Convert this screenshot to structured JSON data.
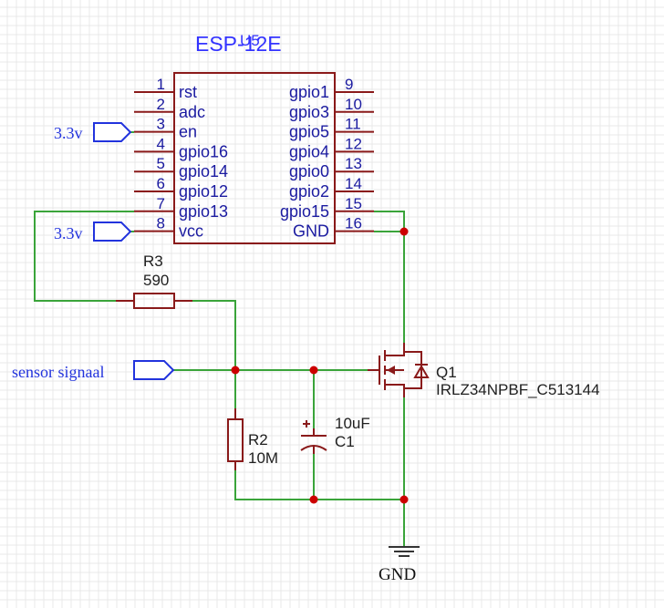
{
  "ic": {
    "name": "ESP-12E",
    "ref": "U5",
    "left_pins": [
      {
        "num": "1",
        "name": "rst"
      },
      {
        "num": "2",
        "name": "adc"
      },
      {
        "num": "3",
        "name": "en"
      },
      {
        "num": "4",
        "name": "gpio16"
      },
      {
        "num": "5",
        "name": "gpio14"
      },
      {
        "num": "6",
        "name": "gpio12"
      },
      {
        "num": "7",
        "name": "gpio13"
      },
      {
        "num": "8",
        "name": "vcc"
      }
    ],
    "right_pins": [
      {
        "num": "9",
        "name": "gpio1"
      },
      {
        "num": "10",
        "name": "gpio3"
      },
      {
        "num": "11",
        "name": "gpio5"
      },
      {
        "num": "12",
        "name": "gpio4"
      },
      {
        "num": "13",
        "name": "gpio0"
      },
      {
        "num": "14",
        "name": "gpio2"
      },
      {
        "num": "15",
        "name": "gpio15"
      },
      {
        "num": "16",
        "name": "GND"
      }
    ]
  },
  "ports": {
    "en_supply": "3.3v",
    "vcc_supply": "3.3v",
    "sensor": "sensor signaal"
  },
  "r3": {
    "ref": "R3",
    "value": "590"
  },
  "r2": {
    "ref": "R2",
    "value": "10M"
  },
  "c1": {
    "ref": "C1",
    "value": "10uF"
  },
  "q1": {
    "ref": "Q1",
    "part": "IRLZ34NPBF_C513144"
  },
  "ground": {
    "label": "GND"
  },
  "colors": {
    "wire": "#3aa43a",
    "component": "#8a1a1a",
    "junction": "#cc0000",
    "port": "#2233dd",
    "pin_text": "#1a1aa0",
    "title": "#3333ff"
  }
}
